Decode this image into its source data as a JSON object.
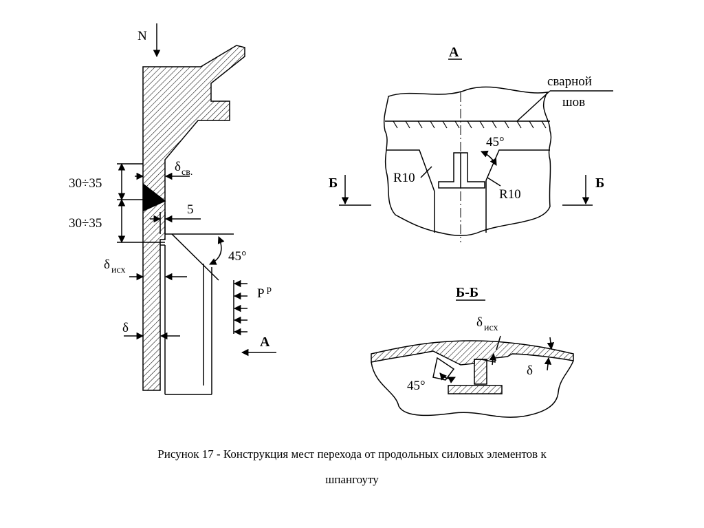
{
  "labels": {
    "force_n": "N",
    "dim_30_35_upper": "30÷35",
    "dim_30_35_lower": "30÷35",
    "delta_sv_main": "δ",
    "delta_sv_sub": "св.",
    "dim_5": "5",
    "angle_45_left": "45°",
    "delta_isx_main": "δ",
    "delta_isx_sub": "исх",
    "pressure_main": "P",
    "pressure_sup": "р",
    "delta_left": "δ",
    "view_arrow_a": "А",
    "view_a_title": "А",
    "weld_label_line1": "сварной",
    "weld_label_line2": "шов",
    "angle_45_view_a": "45°",
    "section_b_left": "Б",
    "section_b_right": "Б",
    "r10_left": "R10",
    "r10_right": "R10",
    "section_bb_title": "Б-Б",
    "delta_isx_bb_main": "δ",
    "delta_isx_bb_sub": "исх",
    "delta_bb": "δ",
    "angle_45_bb": "45°"
  },
  "caption": {
    "line1": "Рисунок 17 - Конструкция мест перехода от продольных силовых элементов к",
    "line2": "шпангоуту"
  },
  "colors": {
    "ink": "#000000",
    "paper": "#ffffff"
  }
}
